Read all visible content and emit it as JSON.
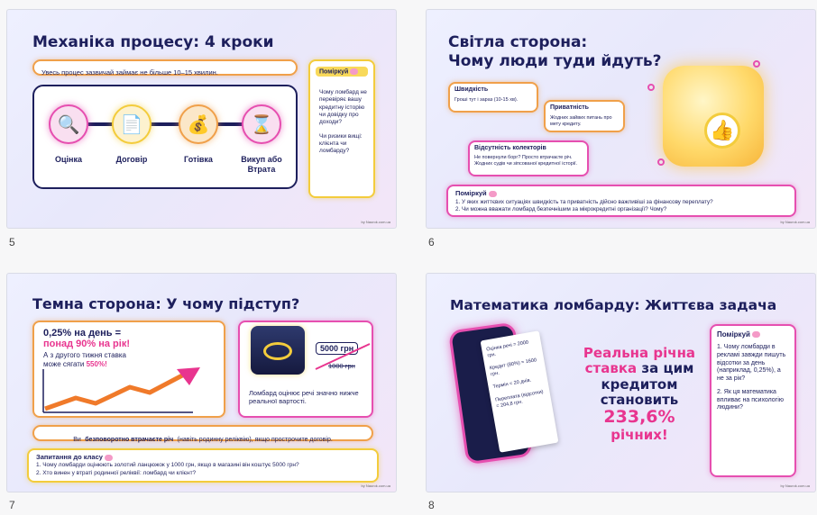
{
  "slides": [
    {
      "number": "5",
      "title": "Механіка процесу: 4 кроки",
      "banner": "Увесь процес зазвичай займає не більше 10–15 хвилин.",
      "steps": [
        {
          "label": "Оцінка",
          "icon": "magnifier-icon"
        },
        {
          "label": "Договір",
          "icon": "document-icon"
        },
        {
          "label": "Готівка",
          "icon": "cash-icon"
        },
        {
          "label": "Викуп або Втрата",
          "icon": "fork-hourglass-icon"
        }
      ],
      "think": {
        "heading": "Поміркуй",
        "items": [
          "Чому ломбард не перевіряє вашу кредитну історію чи довідку про доходи?",
          "Чи ризики вищі: клієнта чи ломбарду?"
        ]
      },
      "watermark": "by Naurok.com.ua"
    },
    {
      "number": "6",
      "title_line1": "Світла сторона:",
      "title_line2": "Чому люди туди йдуть?",
      "cards": [
        {
          "heading": "Швидкість",
          "text": "Гроші тут і зараз (10-15 хв)."
        },
        {
          "heading": "Приватність",
          "text": "Жодних зайвих питань про мету кредиту."
        },
        {
          "heading": "Відсутність колекторів",
          "text": "Не повернули борг? Просто втрачаєте річ. Жодних судів чи зіпсованої кредитної історії."
        }
      ],
      "think": {
        "heading": "Поміркуй",
        "items": [
          "1. У яких життєвих ситуаціях швидкість та приватність дійсно важливіші за фінансову переплату?",
          "2. Чи можна вважати ломбард безпечнішим за мікрокредитні організації? Чому?"
        ]
      },
      "watermark": "by Naurok.com.ua"
    },
    {
      "number": "7",
      "title": "Темна сторона: У чому підступ?",
      "rate_line1": "0,25% на день =",
      "rate_line2": "понад 90% на рік!",
      "rate_sub1": "А з другого тижня ставка",
      "rate_sub2": "може сягати",
      "rate_sub_value": "550%!",
      "price_new": "5000 грн",
      "price_old": "1000 грн",
      "caption": "Ломбард оцінює речі значно нижче реальної вартості.",
      "warning_prefix": "Ви",
      "warning_bold": "безповоротно втрачаєте річ",
      "warning_suffix": "(навіть родинну реліквію), якщо прострочите договір.",
      "questions": {
        "heading": "Запитання до класу",
        "items": [
          "1. Чому ломбарди оцінюють золотий ланцюжок у 1000 грн, якщо в магазині він коштує 5000 грн?",
          "2. Хто винен у втраті родинної реліквії: ломбард чи клієнт?"
        ]
      },
      "watermark": "by Naurok.com.ua"
    },
    {
      "number": "8",
      "title": "Математика ломбарду: Життєва задача",
      "receipt": [
        "Оцінка речі = 2000 грн.",
        "Кредит (80%) = 1600 грн.",
        "Термін = 20 днів.",
        "Переплата (відсотки) = 204,8 грн."
      ],
      "rate_pink1": "Реальна річна",
      "rate_pink2": "ставка",
      "rate_dark1": "за цим",
      "rate_dark2": "кредитом",
      "rate_dark3": "становить",
      "rate_value": "233,6%",
      "rate_unit": "річних!",
      "think": {
        "heading": "Поміркуй",
        "items": [
          "1. Чому ломбарди в рекламі завжди пишуть відсотки за день (наприклад, 0,25%), а не за рік?",
          "2. Як ця математика впливає на психологію людини?"
        ]
      },
      "watermark": "by Naurok.com.ua"
    }
  ],
  "colors": {
    "navy": "#1d1f5c",
    "pink": "#e8358f",
    "orange": "#f0a04a",
    "yellow": "#f3cc3c"
  }
}
